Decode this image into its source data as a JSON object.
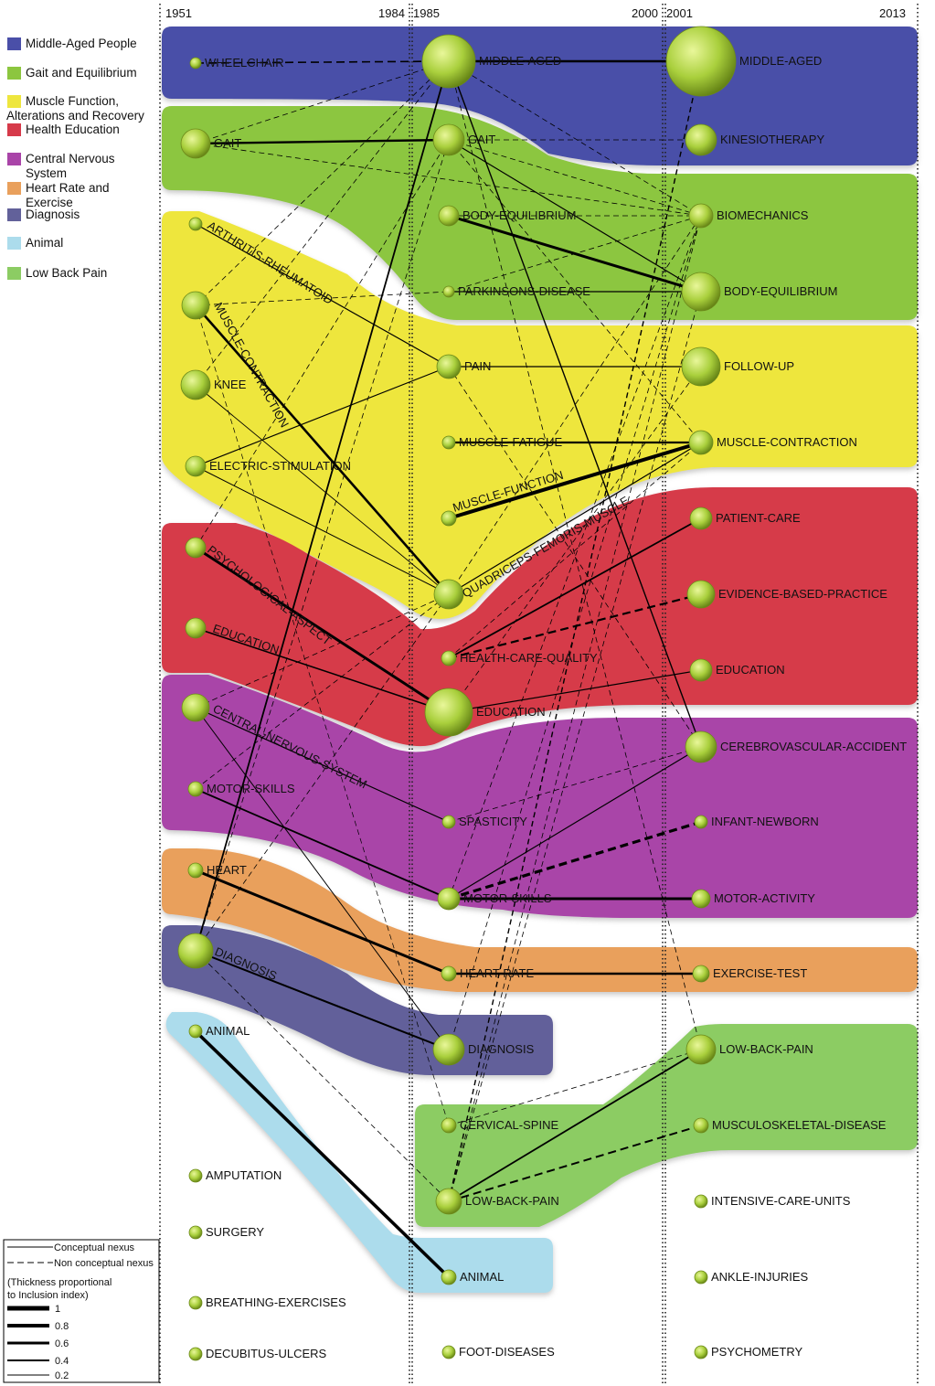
{
  "periods": {
    "p1": {
      "start": "1951",
      "end": "1984"
    },
    "p2": {
      "start": "1985",
      "end": "2000"
    },
    "p3": {
      "start": "2001",
      "end": "2013"
    }
  },
  "colors": {
    "middle_aged_people": "#4a4fa8",
    "gait_and_equilibrium": "#8cc63f",
    "muscle_function": "#eee63e",
    "health_education": "#d63a4a",
    "central_nervous_system": "#a944a8",
    "heart_rate_and_exercise": "#e9a05c",
    "diagnosis": "#62619a",
    "animal": "#acdcec",
    "low_back_pain": "#8ccc63",
    "node": "#9bc93a"
  },
  "legend": [
    {
      "label": "Middle-Aged People",
      "color": "#4a4fa8"
    },
    {
      "label": "Gait and Equilibrium",
      "color": "#8cc63f"
    },
    {
      "label": "Muscle Function, Alterations and Recovery",
      "color": "#eee63e"
    },
    {
      "label": "Health Education",
      "color": "#d63a4a"
    },
    {
      "label": "Central Nervous System",
      "color": "#a944a8"
    },
    {
      "label": "Heart Rate and Exercise",
      "color": "#e9a05c"
    },
    {
      "label": "Diagnosis",
      "color": "#62619a"
    },
    {
      "label": "Animal",
      "color": "#acdcec"
    },
    {
      "label": "Low Back Pain",
      "color": "#8ccc63"
    }
  ],
  "nexus_key": {
    "conceptual": "Conceptual nexus",
    "non_conceptual": "Non conceptual nexus",
    "note_line1": "(Thickness proportional",
    "note_line2": "to Inclusion index)",
    "values": [
      "1",
      "0.8",
      "0.6",
      "0.4",
      "0.2"
    ]
  },
  "themes": {
    "p1": [
      "WHEELCHAIR",
      "GAIT",
      "ARTHRITIS-RHEUMATOID",
      "MUSCLE-CONTRACTION",
      "KNEE",
      "ELECTRIC-STIMULATION",
      "PSYCHOLOGICAL-ASPECT",
      "EDUCATION",
      "CENTRAL-NERVOUS-SYSTEM",
      "MOTOR-SKILLS",
      "HEART",
      "DIAGNOSIS",
      "ANIMAL",
      "AMPUTATION",
      "SURGERY",
      "BREATHING-EXERCISES",
      "DECUBITUS-ULCERS"
    ],
    "p2": [
      "MIDDLE-AGED",
      "GAIT",
      "BODY-EQUILIBRIUM",
      "PARKINSONS-DISEASE",
      "PAIN",
      "MUSCLE-FATIGUE",
      "MUSCLE-FUNCTION",
      "QUADRICEPS-FEMORIS-MUSCLE",
      "HEALTH-CARE-QUALITY",
      "EDUCATION",
      "SPASTICITY",
      "MOTOR-SKILLS",
      "HEART-RATE",
      "DIAGNOSIS",
      "CERVICAL-SPINE",
      "LOW-BACK-PAIN",
      "ANIMAL",
      "FOOT-DISEASES"
    ],
    "p3": [
      "MIDDLE-AGED",
      "KINESIOTHERAPY",
      "BIOMECHANICS",
      "BODY-EQUILIBRIUM",
      "FOLLOW-UP",
      "MUSCLE-CONTRACTION",
      "PATIENT-CARE",
      "EVIDENCE-BASED-PRACTICE",
      "EDUCATION",
      "CEREBROVASCULAR-ACCIDENT",
      "INFANT-NEWBORN",
      "MOTOR-ACTIVITY",
      "EXERCISE-TEST",
      "LOW-BACK-PAIN",
      "MUSCULOSKELETAL-DISEASE",
      "INTENSIVE-CARE-UNITS",
      "ANKLE-INJURIES",
      "PSYCHOMETRY"
    ]
  }
}
